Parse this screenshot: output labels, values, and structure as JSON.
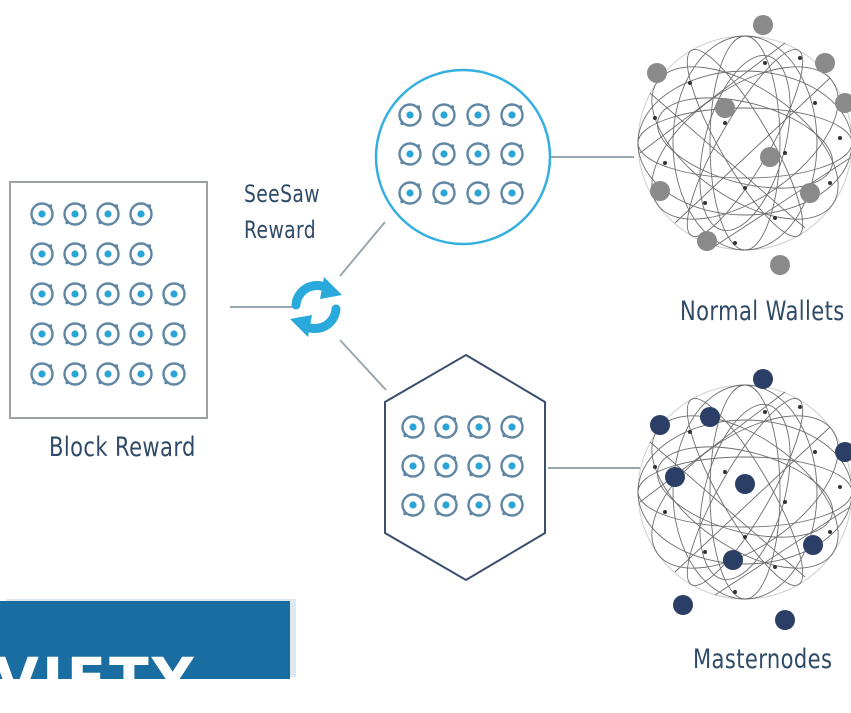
{
  "labels": {
    "block_reward": "Block  Reward",
    "seesaw_line1": "SeeSaw",
    "seesaw_line2": "Reward",
    "normal_wallets": "Normal Wallets",
    "masternodes": "Masternodes"
  },
  "banner": {
    "text": "VIETY"
  },
  "groups": {
    "block_reward": {
      "row_counts": [
        4,
        4,
        5,
        5,
        5
      ]
    },
    "normal_wallets": {
      "row_counts": [
        4,
        4,
        4
      ]
    },
    "masternodes": {
      "row_counts": [
        4,
        4,
        4
      ]
    }
  },
  "colors": {
    "coin_ring": "#5f86a3",
    "coin_center": "#29a6d6",
    "arrows": "#29a9dc",
    "normal_nodes": "#8a8a8a",
    "masternode_nodes": "#2b3f66",
    "connectors": "#9aa6ad",
    "circle_border": "#35aee0",
    "hex_border": "#3a4f6e",
    "label_text": "#2e4a66",
    "banner": "#1a6da0"
  },
  "icons": {
    "coin": "coin-icon",
    "swap": "swap-arrows-icon",
    "sphere": "network-sphere-icon"
  }
}
